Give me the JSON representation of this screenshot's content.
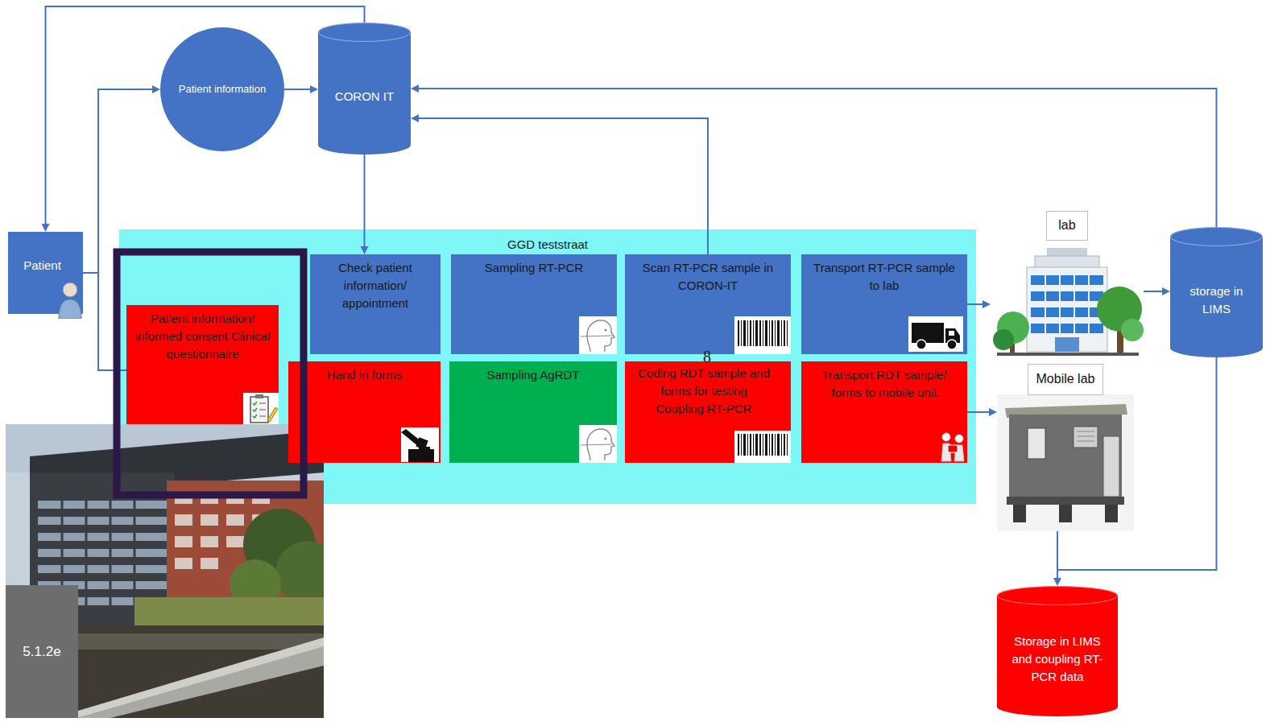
{
  "diagram": {
    "nodes": [
      {
        "text": [
          "Patient information"
        ]
      },
      {
        "text": [
          "CORON IT"
        ]
      },
      {
        "text": [
          "Patient"
        ]
      },
      {
        "text": [
          "GGD teststraat"
        ]
      },
      {
        "text": [
          "Patient information/ informed consent Clinical questionnaire"
        ],
        "in": 3
      },
      {
        "text": [
          "Check patient information/ appointment"
        ],
        "in": 3
      },
      {
        "text": [
          "Sampling RT-PCR"
        ],
        "in": 3
      },
      {
        "text": [
          "Scan RT-PCR sample in CORON-IT"
        ],
        "in": 3
      },
      {
        "text": [
          "Transport RT-PCR sample to lab"
        ],
        "in": 3
      },
      {
        "text": [
          "Hand in forms"
        ],
        "in": 3
      },
      {
        "text": [
          "Sampling AgRDT"
        ],
        "in": 3
      },
      {
        "text": [
          "Coding RDT sample and forms for testing Coupling RT-PCR"
        ],
        "in": 3
      },
      {
        "text": [
          "Transport RDT sample/ forms to mobile unit"
        ],
        "in": 3
      },
      {
        "text": [
          "lab"
        ]
      },
      {
        "text": [
          "Mobile lab"
        ]
      },
      {
        "text": [
          "storage in LIMS"
        ]
      },
      {
        "text": [
          "Storage in LIMS and coupling RT-PCR data"
        ]
      }
    ],
    "edges": [
      {
        "from": 1,
        "to": 2,
        "arrow": "to"
      },
      {
        "from": 2,
        "to": 0,
        "arrow": "to"
      },
      {
        "from": 2,
        "to": 4,
        "arrow": "none"
      },
      {
        "from": 0,
        "to": 1,
        "arrow": "to"
      },
      {
        "from": 1,
        "to": 5,
        "arrow": "to"
      },
      {
        "from": 7,
        "to": 1,
        "arrow": "to"
      },
      {
        "from": 15,
        "to": 1,
        "arrow": "to"
      },
      {
        "from": 8,
        "to": 13,
        "arrow": "to"
      },
      {
        "from": 13,
        "to": 15,
        "arrow": "to"
      },
      {
        "from": 12,
        "to": 14,
        "arrow": "to"
      },
      {
        "from": 14,
        "to": 16,
        "arrow": "to"
      },
      {
        "from": 14,
        "to": 15,
        "arrow": "none"
      }
    ],
    "labels": [
      "8",
      "5.1.2e"
    ]
  }
}
